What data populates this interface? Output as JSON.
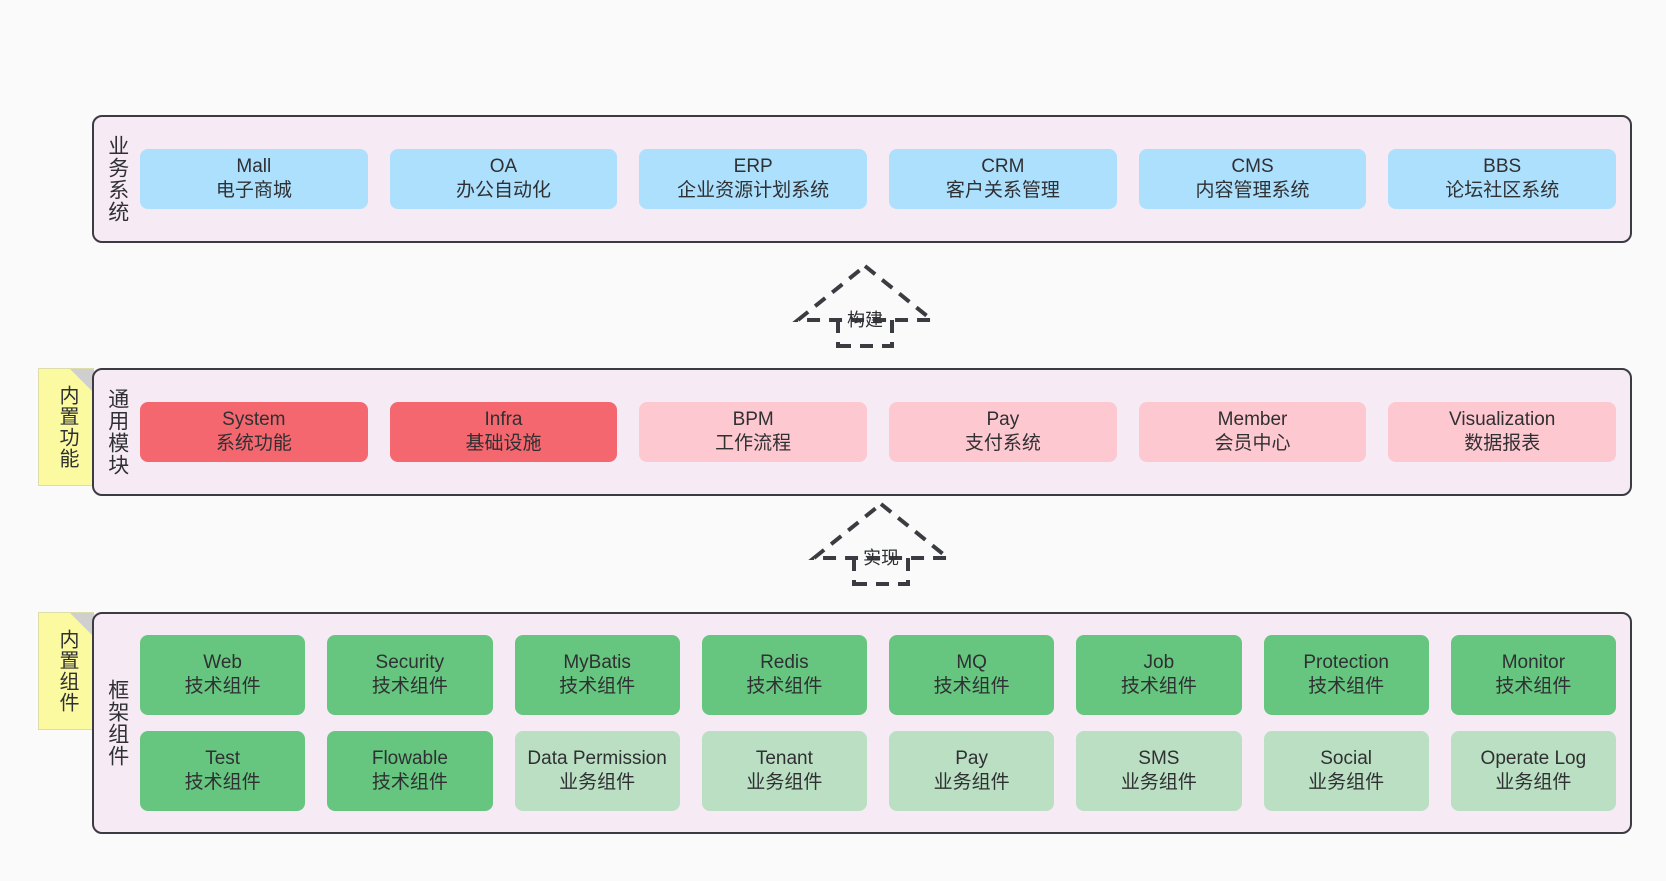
{
  "diagram": {
    "title": "System Architecture Layers",
    "background": "#fafafa",
    "band_background": "#f6eaf5",
    "band_border": "#3b3b42"
  },
  "colors": {
    "blue": "#ade0fd",
    "red": "#f4676f",
    "pink": "#fdc8cf",
    "green": "#66c57e",
    "light_green": "#badfc2",
    "note_yellow": "#fbfaa0",
    "note_fold": "#cfcfcf"
  },
  "layers": {
    "business": {
      "title": "业务系统",
      "items": [
        {
          "name": "Mall",
          "desc": "电子商城",
          "color": "blue"
        },
        {
          "name": "OA",
          "desc": "办公自动化",
          "color": "blue"
        },
        {
          "name": "ERP",
          "desc": "企业资源计划系统",
          "color": "blue"
        },
        {
          "name": "CRM",
          "desc": "客户关系管理",
          "color": "blue"
        },
        {
          "name": "CMS",
          "desc": "内容管理系统",
          "color": "blue"
        },
        {
          "name": "BBS",
          "desc": "论坛社区系统",
          "color": "blue"
        }
      ]
    },
    "common": {
      "title": "通用模块",
      "note": "内置功能",
      "items": [
        {
          "name": "System",
          "desc": "系统功能",
          "color": "red"
        },
        {
          "name": "Infra",
          "desc": "基础设施",
          "color": "red"
        },
        {
          "name": "BPM",
          "desc": "工作流程",
          "color": "pink"
        },
        {
          "name": "Pay",
          "desc": "支付系统",
          "color": "pink"
        },
        {
          "name": "Member",
          "desc": "会员中心",
          "color": "pink"
        },
        {
          "name": "Visualization",
          "desc": "数据报表",
          "color": "pink"
        }
      ]
    },
    "framework": {
      "title": "框架组件",
      "note": "内置组件",
      "row1": [
        {
          "name": "Web",
          "desc": "技术组件",
          "color": "green"
        },
        {
          "name": "Security",
          "desc": "技术组件",
          "color": "green"
        },
        {
          "name": "MyBatis",
          "desc": "技术组件",
          "color": "green"
        },
        {
          "name": "Redis",
          "desc": "技术组件",
          "color": "green"
        },
        {
          "name": "MQ",
          "desc": "技术组件",
          "color": "green"
        },
        {
          "name": "Job",
          "desc": "技术组件",
          "color": "green"
        },
        {
          "name": "Protection",
          "desc": "技术组件",
          "color": "green"
        },
        {
          "name": "Monitor",
          "desc": "技术组件",
          "color": "green"
        }
      ],
      "row2": [
        {
          "name": "Test",
          "desc": "技术组件",
          "color": "green"
        },
        {
          "name": "Flowable",
          "desc": "技术组件",
          "color": "green"
        },
        {
          "name": "Data Permission",
          "desc": "业务组件",
          "color": "light_green"
        },
        {
          "name": "Tenant",
          "desc": "业务组件",
          "color": "light_green"
        },
        {
          "name": "Pay",
          "desc": "业务组件",
          "color": "light_green"
        },
        {
          "name": "SMS",
          "desc": "业务组件",
          "color": "light_green"
        },
        {
          "name": "Social",
          "desc": "业务组件",
          "color": "light_green"
        },
        {
          "name": "Operate Log",
          "desc": "业务组件",
          "color": "light_green"
        }
      ]
    }
  },
  "connectors": {
    "build": {
      "label": "构建",
      "style": "dashed-hollow-triangle",
      "direction": "up"
    },
    "implement": {
      "label": "实现",
      "style": "dashed-hollow-triangle",
      "direction": "up"
    }
  }
}
